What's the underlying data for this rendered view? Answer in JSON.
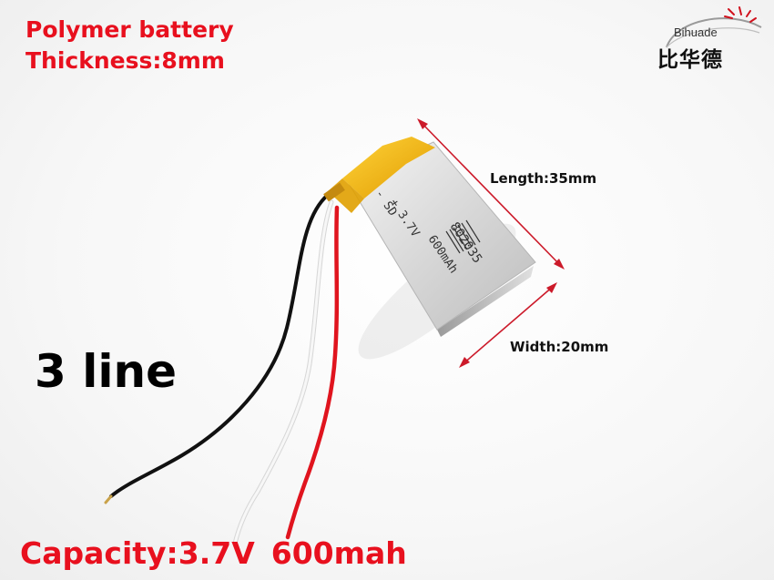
{
  "headline": {
    "line1": "Polymer battery",
    "line2": "Thickness:8mm"
  },
  "wire_count_label": "3 line",
  "dimensions": {
    "length": "Length:35mm",
    "width": "Width:20mm"
  },
  "capacity": {
    "prefix": "Capacity:",
    "voltage": "3.7V",
    "mah": "600mah"
  },
  "battery_print": {
    "model": "802035",
    "capacity": "600mAh",
    "voltage": "+ 3.7V",
    "brand": "- SD"
  },
  "logo": {
    "en": "Bihuade",
    "cn": "比华德"
  },
  "colors": {
    "headline": "#e8101e",
    "arrow": "#cc1a2a",
    "battery_tape": "#f2b400",
    "battery_foil": "#d9d9d9",
    "wire_red": "#e0141e",
    "wire_black": "#111111",
    "wire_white": "#f4f4f4"
  }
}
